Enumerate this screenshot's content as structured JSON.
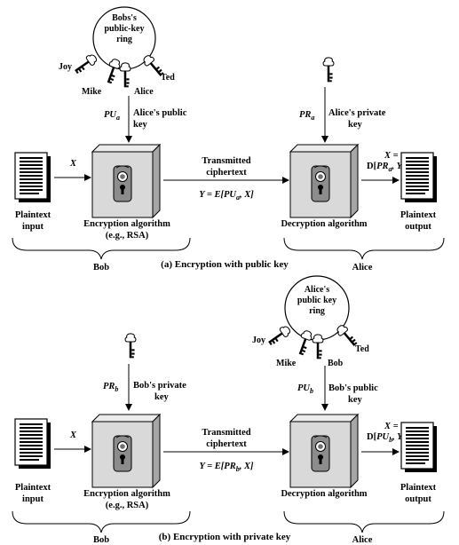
{
  "colors": {
    "ink": "#000000",
    "box_face": "#d9d9d9",
    "box_top": "#ececec",
    "box_side": "#a6a6a6",
    "lock_plate": "#8c8c8c",
    "paper": "#ffffff"
  },
  "icons": {
    "doc": "document-lines-icon",
    "box": "algorithm-box-icon",
    "lock": "keyhole-icon",
    "key": "key-icon",
    "ring": "key-ring-icon"
  },
  "panel_a": {
    "ring": [
      "Bobs's",
      "public-key",
      "ring"
    ],
    "ring_names": {
      "joy": "Joy",
      "mike": "Mike",
      "alice": "Alice",
      "ted": "Ted"
    },
    "key_sym": "PU",
    "key_sub": "a",
    "key_label": [
      "Alice's public",
      "key"
    ],
    "priv_sym": "PR",
    "priv_sub": "a",
    "priv_label": [
      "Alice's private",
      "key"
    ],
    "input_var": "X",
    "plain_in": [
      "Plaintext",
      "input"
    ],
    "enc": [
      "Encryption algorithm",
      "(e.g., RSA)"
    ],
    "transmitted": [
      "Transmitted",
      "ciphertext"
    ],
    "cipher_formula": {
      "pre": "Y = E[",
      "sym": "PU",
      "sub": "a",
      "post": ", X]"
    },
    "dec": "Decryption algorithm",
    "out_formula": {
      "line1": "X =",
      "pre": "D[",
      "sym": "PR",
      "sub": "a",
      "post": ", Y]"
    },
    "plain_out": [
      "Plaintext",
      "output"
    ],
    "brace_left": "Bob",
    "brace_right": "Alice",
    "caption": "(a) Encryption with public key"
  },
  "panel_b": {
    "ring": [
      "Alice's",
      "public key",
      "ring"
    ],
    "ring_names": {
      "joy": "Joy",
      "mike": "Mike",
      "bob": "Bob",
      "ted": "Ted"
    },
    "key_sym": "PR",
    "key_sub": "b",
    "key_label": [
      "Bob's private",
      "key"
    ],
    "pub_sym": "PU",
    "pub_sub": "b",
    "pub_label": [
      "Bob's public",
      "key"
    ],
    "input_var": "X",
    "plain_in": [
      "Plaintext",
      "input"
    ],
    "enc": [
      "Encryption algorithm",
      "(e.g., RSA)"
    ],
    "transmitted": [
      "Transmitted",
      "ciphertext"
    ],
    "cipher_formula": {
      "pre": "Y = E[",
      "sym": "PR",
      "sub": "b",
      "post": ", X]"
    },
    "dec": "Decryption algorithm",
    "out_formula": {
      "line1": "X =",
      "pre": "D[",
      "sym": "PU",
      "sub": "b",
      "post": ", Y]"
    },
    "plain_out": [
      "Plaintext",
      "output"
    ],
    "brace_left": "Bob",
    "brace_right": "Alice",
    "caption": "(b) Encryption with private key"
  }
}
